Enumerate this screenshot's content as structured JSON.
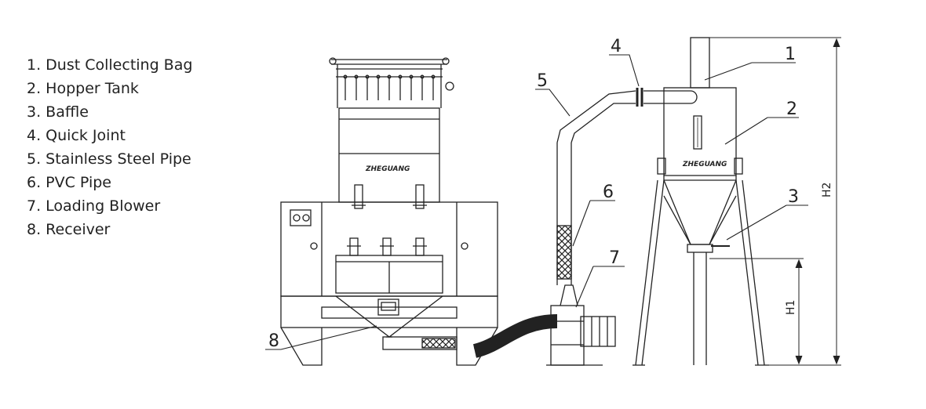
{
  "legend": [
    {
      "number": "1",
      "text": "1. Dust Collecting Bag"
    },
    {
      "number": "2",
      "text": "2. Hopper Tank"
    },
    {
      "number": "3",
      "text": "3. Baffle"
    },
    {
      "number": "4",
      "text": "4. Quick Joint"
    },
    {
      "number": "5",
      "text": "5. Stainless Steel Pipe"
    },
    {
      "number": "6",
      "text": "6. PVC Pipe"
    },
    {
      "number": "7",
      "text": "7. Loading Blower"
    },
    {
      "number": "8",
      "text": "8. Receiver"
    }
  ],
  "callouts": {
    "c1": "1",
    "c2": "2",
    "c3": "3",
    "c4": "4",
    "c5": "5",
    "c6": "6",
    "c7": "7",
    "c8": "8"
  },
  "dimensions": {
    "h1": "H1",
    "h2": "H2"
  },
  "logo_text": "ZHEGUANG"
}
